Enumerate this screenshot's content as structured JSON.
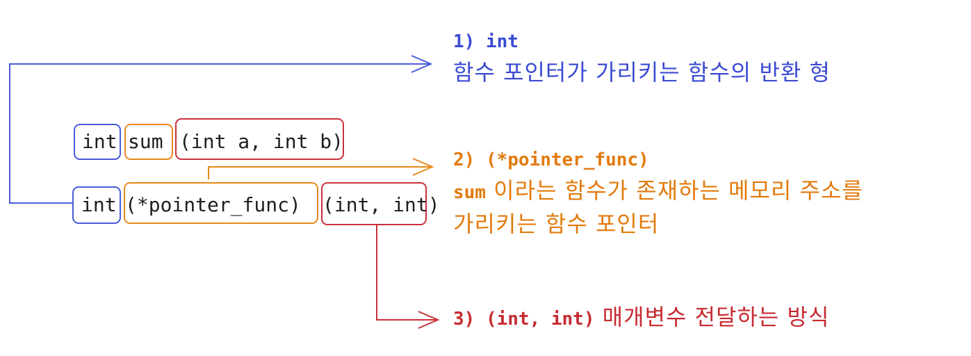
{
  "declaration": {
    "return_type": "int",
    "name": "sum",
    "params": "(int a, int b)"
  },
  "pointer_declaration": {
    "return_type": "int",
    "name": "(*pointer_func)",
    "params": "(int, int)"
  },
  "notes": [
    {
      "heading": "1) int",
      "body": "함수 포인터가 가리키는 함수의 반환 형",
      "color": "#3b4bd1"
    },
    {
      "heading": "2) (*pointer_func)",
      "body_line1_prefix": "sum",
      "body_line1_rest": " 이라는 함수가 존재하는 메모리 주소를",
      "body_line2": "가리키는 함수 포인터",
      "color": "#e27a0c"
    },
    {
      "heading": "3) (int, int)",
      "body": " 매개변수 전달하는 방식",
      "color": "#c62a31"
    }
  ],
  "colors": {
    "blue": "#4a5ad8",
    "orange": "#e8891c",
    "red": "#c9303b"
  }
}
